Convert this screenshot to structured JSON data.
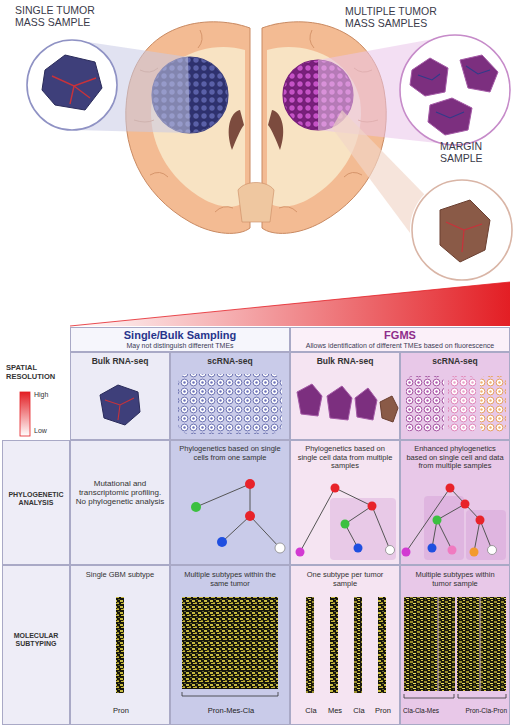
{
  "diagram": {
    "nodes": [
      {
        "text": [
          "SINGLE TUMOR MASS SAMPLE"
        ]
      },
      {
        "text": [
          "MULTIPLE TUMOR MASS SAMPLES"
        ]
      },
      {
        "text": [
          "MARGIN SAMPLE"
        ]
      },
      {
        "text": [
          "Single/Bulk Sampling",
          "May not distinguish different TMEs"
        ]
      },
      {
        "text": [
          "FGMS",
          "Allows identification of different TMEs based on fluorescence"
        ]
      },
      {
        "text": [
          "Bulk RNA-seq"
        ]
      },
      {
        "text": [
          "scRNA-seq"
        ]
      },
      {
        "text": [
          "Bulk RNA-seq"
        ]
      },
      {
        "text": [
          "scRNA-seq"
        ]
      },
      {
        "text": [
          "PHYLOGENETIC ANALYSIS"
        ]
      },
      {
        "text": [
          "Mutational and transcriptomic profiling. No phylogenetic analysis"
        ]
      },
      {
        "text": [
          "Phylogenetics based on single cells from one sample"
        ]
      },
      {
        "text": [
          "Phylogenetics based on single cell data from multiple samples"
        ]
      },
      {
        "text": [
          "Enhanced phylogenetics based on single cell and data from multiple samples"
        ]
      },
      {
        "text": [
          "MOLECULAR SUBTYPING"
        ]
      },
      {
        "text": [
          "Single GBM subtype",
          "Pron"
        ]
      },
      {
        "text": [
          "Multiple subtypes within the same tumor",
          "Pron-Mes-Cla"
        ]
      },
      {
        "text": [
          "One subtype per tumor sample",
          "Cla",
          "Mes",
          "Cla",
          "Pron"
        ]
      },
      {
        "text": [
          "Multiple subtypes within tumor sample",
          "Cla-Cla-Mes",
          "Pron-Cla-Pron"
        ]
      }
    ],
    "labels": [
      "SPATIAL RESOLUTION",
      "High",
      "Low"
    ]
  }
}
